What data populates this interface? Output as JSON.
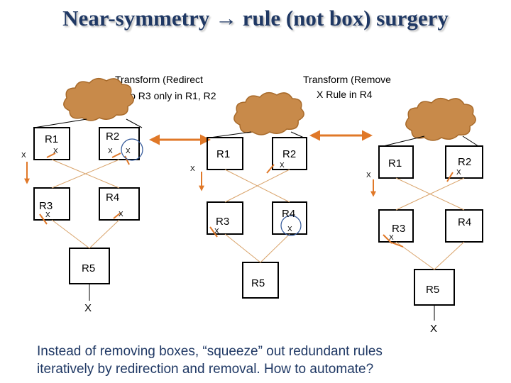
{
  "title": "Near-symmetry → rule (not box) surgery",
  "captions": {
    "redirect_line1": "Transform (Redirect",
    "redirect_line2": "X to R3 only in R1, R2",
    "remove_line1": "Transform (Remove",
    "remove_line2": "X Rule in R4"
  },
  "panels": [
    {
      "boxes": {
        "r1": "R1",
        "r2": "R2",
        "r3": "R3",
        "r4": "R4",
        "r5": "R5"
      },
      "x_labels": {
        "outer": "X",
        "r1": "X",
        "r2a": "X",
        "r2b": "X",
        "r3": "X",
        "r4": "X",
        "bottom": "X"
      }
    },
    {
      "boxes": {
        "r1": "R1",
        "r2": "R2",
        "r3": "R3",
        "r4": "R4",
        "r5": "R5"
      },
      "x_labels": {
        "outer": "X",
        "r2": "X",
        "r3": "X",
        "r4": "X"
      }
    },
    {
      "boxes": {
        "r1": "R1",
        "r2": "R2",
        "r3": "R3",
        "r4": "R4",
        "r5": "R5"
      },
      "x_labels": {
        "outer": "X",
        "r2": "X",
        "r3": "X",
        "bottom": "X"
      }
    }
  ],
  "footer": {
    "line1": "Instead of removing boxes, “squeeze” out redundant rules",
    "line2": "iteratively  by redirection and removal.  How to automate?"
  },
  "colors": {
    "title": "#1f3864",
    "arrow": "#e07828",
    "cloud": "#c88a4a",
    "connector": "#d9a36a",
    "highlight_ring": "#2f5597"
  }
}
